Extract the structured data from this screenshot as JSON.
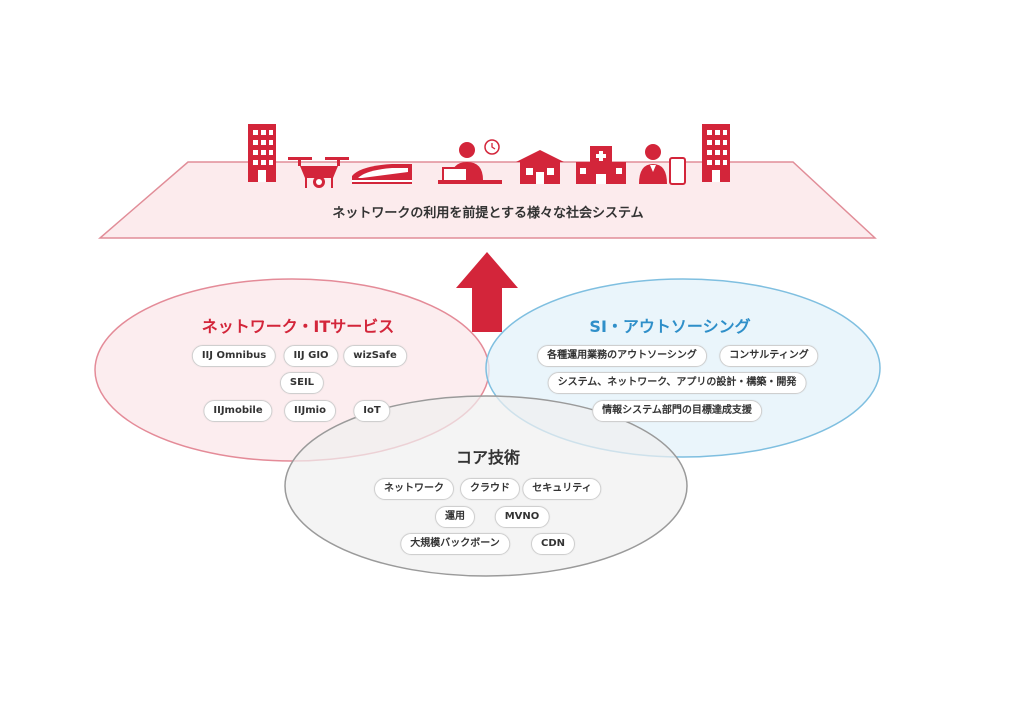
{
  "colors": {
    "accent_red": "#d3253a",
    "accent_blue": "#2f8fc9",
    "platform_fill": "#fcebed",
    "platform_stroke": "#e18d98",
    "network_fill": "#fbe7ea",
    "network_stroke": "#e48b98",
    "si_fill": "#e3f1f9",
    "si_stroke": "#7fbfe0",
    "core_fill": "#efefef",
    "core_stroke": "#9a9a9a"
  },
  "society": {
    "label": "ネットワークの利用を前提とする様々な社会システム",
    "icons": [
      "building-icon",
      "drone-icon",
      "train-icon",
      "office-worker-icon",
      "house-icon",
      "hospital-icon",
      "business-person-icon",
      "tall-building-icon"
    ]
  },
  "network_services": {
    "title": "ネットワーク・ITサービス",
    "items": [
      "IIJ Omnibus",
      "IIJ GIO",
      "wizSafe",
      "SEIL",
      "IIJmobile",
      "IIJmio",
      "IoT"
    ]
  },
  "si_outsourcing": {
    "title": "SI・アウトソーシング",
    "items": [
      "各種運用業務のアウトソーシング",
      "コンサルティング",
      "システム、ネットワーク、アプリの設計・構築・開発",
      "情報システム部門の目標達成支援"
    ]
  },
  "core_technology": {
    "title": "コア技術",
    "items": [
      "ネットワーク",
      "クラウド",
      "セキュリティ",
      "運用",
      "MVNO",
      "大規模バックボーン",
      "CDN"
    ]
  }
}
